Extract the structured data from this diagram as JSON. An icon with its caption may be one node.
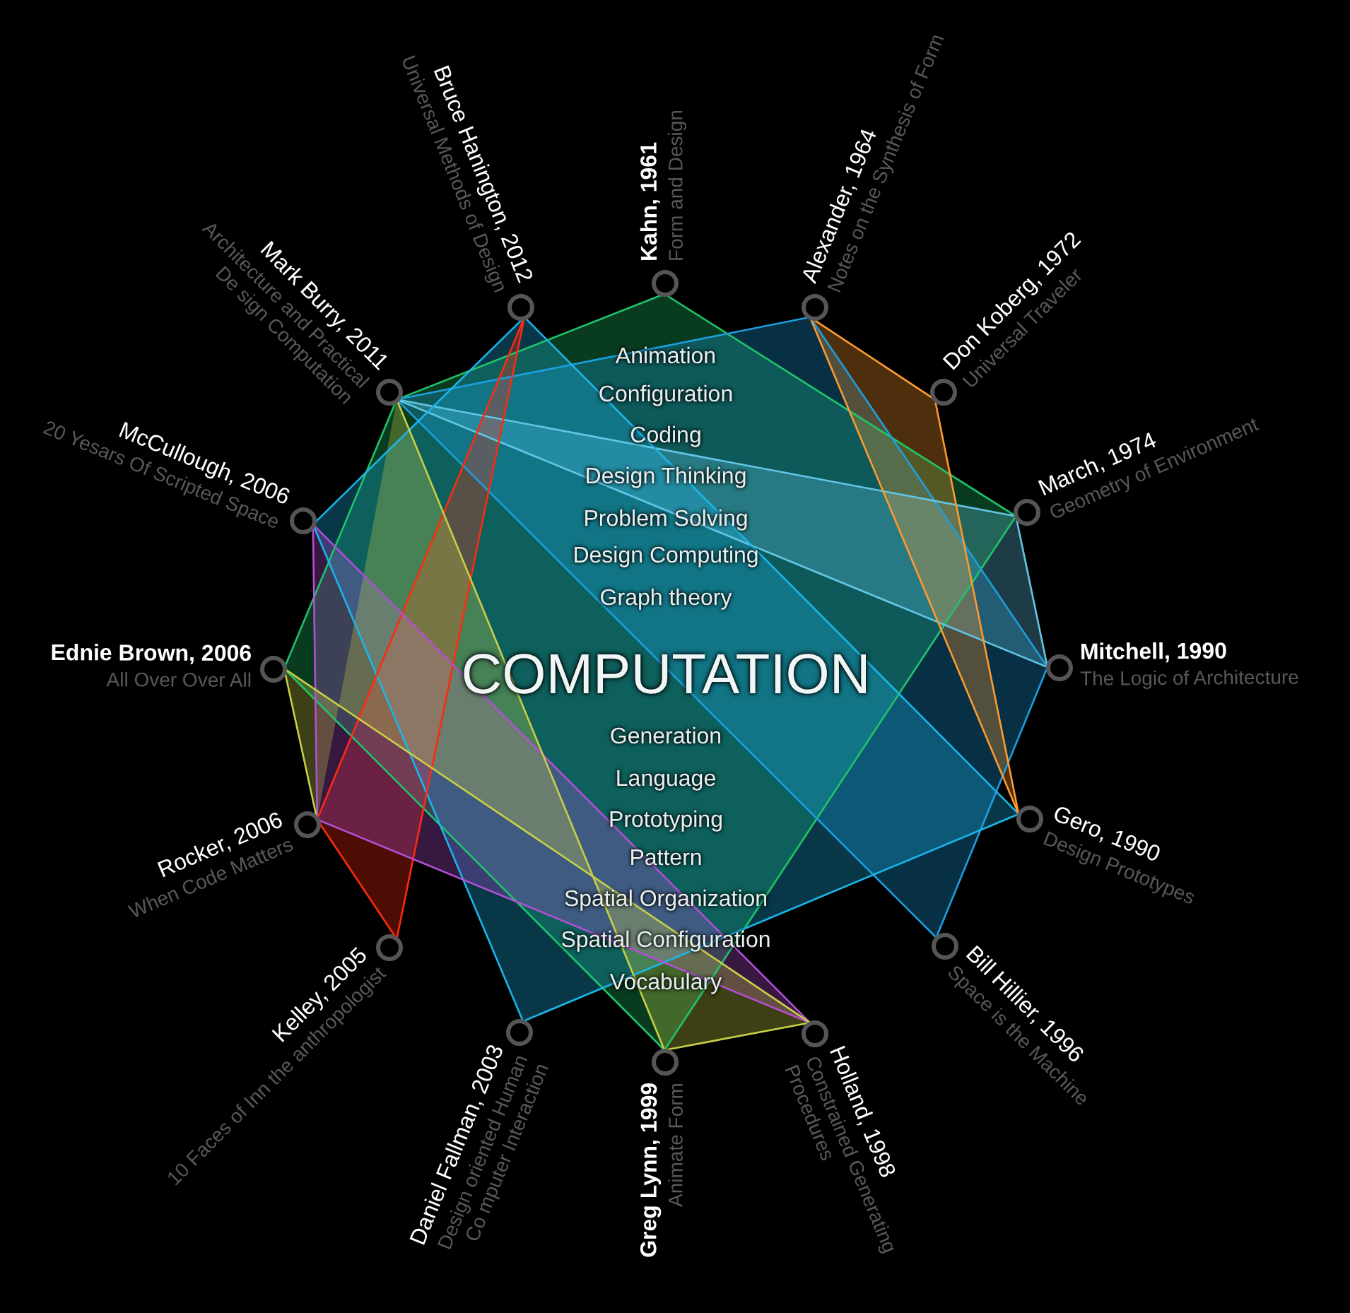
{
  "diagram": {
    "title": "COMPUTATION",
    "nodes": [
      {
        "text": [],
        "shape": "circle",
        "beside": [
          "Kahn, 1961",
          "Form and Design"
        ]
      },
      {
        "text": [],
        "shape": "circle",
        "beside": [
          "Alexander, 1964",
          "Notes on the Synthesis of Form"
        ]
      },
      {
        "text": [],
        "shape": "circle",
        "beside": [
          "Don Koberg, 1972",
          "Universal Traveler"
        ]
      },
      {
        "text": [],
        "shape": "circle",
        "beside": [
          "March, 1974",
          "Geometry of Environment"
        ]
      },
      {
        "text": [],
        "shape": "circle",
        "beside": [
          "Mitchell, 1990",
          "The Logic of Architecture"
        ]
      },
      {
        "text": [],
        "shape": "circle",
        "beside": [
          "Gero, 1990",
          "Design Prototypes"
        ]
      },
      {
        "text": [],
        "shape": "circle",
        "beside": [
          "Bill Hillier, 1996",
          "Space is the Machine"
        ]
      },
      {
        "text": [],
        "shape": "circle",
        "beside": [
          "Holland, 1998",
          "Constrained Generating Procedures"
        ]
      },
      {
        "text": [],
        "shape": "circle",
        "beside": [
          "Greg Lynn, 1999",
          "Animate Form"
        ]
      },
      {
        "text": [],
        "shape": "circle",
        "beside": [
          "Daniel Fallman, 2003",
          "Design oriented Human Co mputer Interaction"
        ]
      },
      {
        "text": [],
        "shape": "circle",
        "beside": [
          "Kelley, 2005",
          "10 Faces of Inn the anthropologist"
        ]
      },
      {
        "text": [],
        "shape": "circle",
        "beside": [
          "Rocker, 2006",
          "When Code Matters"
        ]
      },
      {
        "text": [],
        "shape": "circle",
        "beside": [
          "Ednie Brown, 2006",
          "All Over Over All"
        ]
      },
      {
        "text": [],
        "shape": "circle",
        "beside": [
          "McCullough, 2006",
          "20 Yesars Of Scripted Space"
        ]
      },
      {
        "text": [],
        "shape": "circle",
        "beside": [
          "Mark Burry, 2011",
          "Architecture and Practical De sign Computation"
        ]
      },
      {
        "text": [],
        "shape": "circle",
        "beside": [
          "Bruce Hanington, 2012",
          "Universal Methods of Design"
        ]
      }
    ],
    "edges": [
      {
        "from": 0,
        "to": 3,
        "arrow": "none",
        "color": "#1fc46a"
      },
      {
        "from": 3,
        "to": 8,
        "arrow": "none",
        "color": "#1fc46a"
      },
      {
        "from": 8,
        "to": 12,
        "arrow": "none",
        "color": "#1fc46a"
      },
      {
        "from": 12,
        "to": 14,
        "arrow": "none",
        "color": "#1fc46a"
      },
      {
        "from": 14,
        "to": 0,
        "arrow": "none",
        "color": "#1fc46a"
      },
      {
        "from": 14,
        "to": 1,
        "arrow": "none",
        "color": "#1c9fe0"
      },
      {
        "from": 1,
        "to": 4,
        "arrow": "none",
        "color": "#1c9fe0"
      },
      {
        "from": 4,
        "to": 6,
        "arrow": "none",
        "color": "#1c9fe0"
      },
      {
        "from": 6,
        "to": 14,
        "arrow": "none",
        "color": "#1c9fe0"
      },
      {
        "from": 14,
        "to": 3,
        "arrow": "none",
        "color": "#63c6e6"
      },
      {
        "from": 3,
        "to": 4,
        "arrow": "none",
        "color": "#63c6e6"
      },
      {
        "from": 4,
        "to": 14,
        "arrow": "none",
        "color": "#63c6e6"
      },
      {
        "from": 15,
        "to": 5,
        "arrow": "none",
        "color": "#19b6ea"
      },
      {
        "from": 5,
        "to": 9,
        "arrow": "none",
        "color": "#19b6ea"
      },
      {
        "from": 9,
        "to": 13,
        "arrow": "none",
        "color": "#19b6ea"
      },
      {
        "from": 13,
        "to": 15,
        "arrow": "none",
        "color": "#19b6ea"
      },
      {
        "from": 1,
        "to": 2,
        "arrow": "none",
        "color": "#ff9a30"
      },
      {
        "from": 2,
        "to": 5,
        "arrow": "none",
        "color": "#ff9a30"
      },
      {
        "from": 5,
        "to": 1,
        "arrow": "none",
        "color": "#ff9a30"
      },
      {
        "from": 15,
        "to": 11,
        "arrow": "none",
        "color": "#ff2a10"
      },
      {
        "from": 11,
        "to": 10,
        "arrow": "none",
        "color": "#ff2a10"
      },
      {
        "from": 10,
        "to": 15,
        "arrow": "none",
        "color": "#ff2a10"
      },
      {
        "from": 13,
        "to": 7,
        "arrow": "none",
        "color": "#b24fd6"
      },
      {
        "from": 7,
        "to": 11,
        "arrow": "none",
        "color": "#b24fd6"
      },
      {
        "from": 11,
        "to": 13,
        "arrow": "none",
        "color": "#b24fd6"
      },
      {
        "from": 14,
        "to": 8,
        "arrow": "none",
        "color": "#c9cf46"
      },
      {
        "from": 8,
        "to": 7,
        "arrow": "none",
        "color": "#c9cf46"
      },
      {
        "from": 7,
        "to": 12,
        "arrow": "none",
        "color": "#c9cf46"
      },
      {
        "from": 12,
        "to": 11,
        "arrow": "none",
        "color": "#c9cf46"
      }
    ],
    "labels": [
      "Animation",
      "Configuration",
      "Coding",
      "Design Thinking",
      "Problem Solving",
      "Design Computing",
      "Graph theory",
      "Generation",
      "Language",
      "Prototyping",
      "Pattern",
      "Spatial Organization",
      "Spatial Configuration",
      "Vocabulary"
    ]
  }
}
